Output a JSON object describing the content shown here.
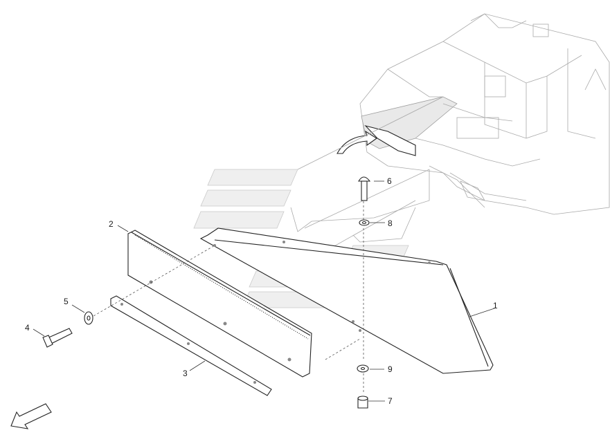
{
  "callouts": {
    "c1": "1",
    "c2": "2",
    "c3": "3",
    "c4": "4",
    "c5": "5",
    "c6": "6",
    "c7": "7",
    "c8": "8",
    "c9": "9"
  },
  "icons": {
    "orientation": "orientation-arrow-icon",
    "view_direction": "view-direction-arrow-icon"
  }
}
